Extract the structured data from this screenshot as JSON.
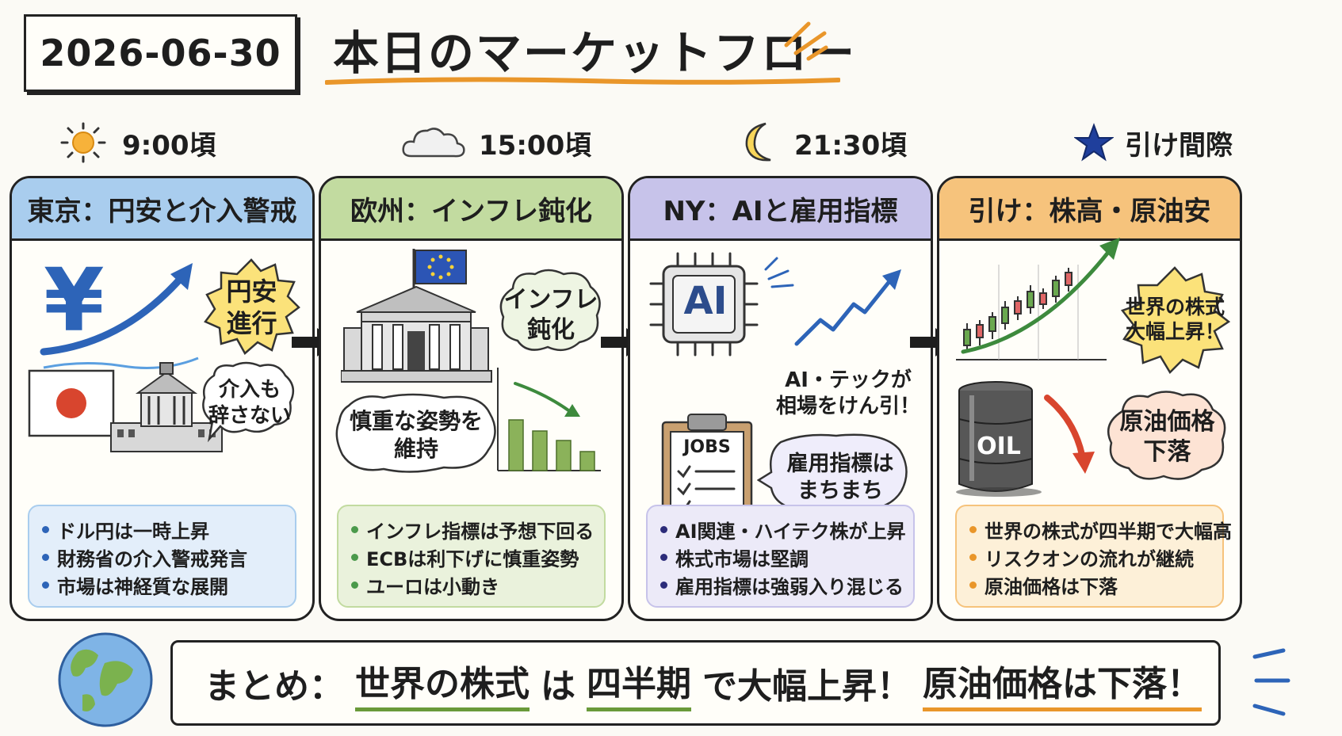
{
  "header": {
    "date": "2026-06-30",
    "title": "本日のマーケットフロー"
  },
  "timeline": [
    {
      "time": "9:00頃",
      "icon": "sun-icon"
    },
    {
      "time": "15:00頃",
      "icon": "cloud-icon"
    },
    {
      "time": "21:30頃",
      "icon": "moon-icon"
    },
    {
      "time": "引け間際",
      "icon": "star-icon"
    }
  ],
  "panels": [
    {
      "title": "東京：円安と介入警戒",
      "color": "#a9cdee",
      "bubbles": [
        "円安",
        "進行",
        "介入も",
        "辞さない"
      ],
      "bullets": [
        "ドル円は一時上昇",
        "財務省の介入警戒発言",
        "市場は神経質な展開"
      ],
      "yen": "¥"
    },
    {
      "title": "欧州：インフレ鈍化",
      "color": "#c2dba0",
      "bubbles": [
        "インフレ",
        "鈍化",
        "慎重な姿勢を",
        "維持"
      ],
      "bullets": [
        "インフレ指標は予想下回る",
        "ECBは利下げに慎重姿勢",
        "ユーロは小動き"
      ]
    },
    {
      "title": "NY：AIと雇用指標",
      "color": "#c7c3ea",
      "chip": "AI",
      "jobs": "JOBS",
      "bubbles": [
        "AI・テックが",
        "相場をけん引！",
        "雇用指標は",
        "まちまち"
      ],
      "bullets": [
        "AI関連・ハイテク株が上昇",
        "株式市場は堅調",
        "雇用指標は強弱入り混じる"
      ]
    },
    {
      "title": "引け：株高・原油安",
      "color": "#f6c37c",
      "oil": "OIL",
      "bubbles": [
        "世界の株式",
        "大幅上昇！",
        "原油価格",
        "下落"
      ],
      "bullets": [
        "世界の株式が四半期で大幅高",
        "リスクオンの流れが継続",
        "原油価格は下落"
      ]
    }
  ],
  "summary": {
    "prefix": "まとめ：",
    "part1": "世界の株式",
    "part2": "は",
    "part3": "四半期",
    "part4": "で大幅上昇！",
    "part5": "原油価格は下落！"
  },
  "colors": {
    "accent_orange": "#e9962a",
    "blue": "#2d64b8",
    "green": "#4b9a4b",
    "red": "#d8452e"
  }
}
